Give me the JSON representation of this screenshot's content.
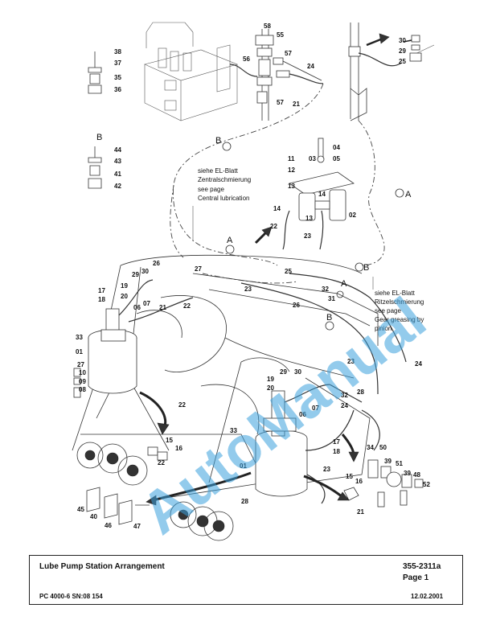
{
  "notes": {
    "central": [
      "siehe EL-Blatt",
      "Zentralschmierung",
      "see page",
      "Central lubrication"
    ],
    "pinion": [
      "siehe EL-Blatt",
      "Ritzelschmierung",
      "see page",
      "Gear greasing by",
      "pinion"
    ]
  },
  "callouts": {
    "A": "A",
    "B": "B"
  },
  "part_labels": [
    "58",
    "55",
    "56",
    "57",
    "24",
    "57",
    "21",
    "30",
    "29",
    "25",
    "38",
    "37",
    "35",
    "36",
    "44",
    "43",
    "41",
    "42",
    "11",
    "03",
    "04",
    "05",
    "12",
    "13",
    "14",
    "14",
    "13",
    "02",
    "22",
    "23",
    "26",
    "27",
    "30",
    "29",
    "19",
    "20",
    "17",
    "18",
    "06",
    "07",
    "21",
    "22",
    "23",
    "25",
    "32",
    "31",
    "26",
    "33",
    "01",
    "27",
    "10",
    "09",
    "08",
    "22",
    "19",
    "20",
    "29",
    "30",
    "23",
    "24",
    "28",
    "32",
    "24",
    "06",
    "07",
    "33",
    "17",
    "18",
    "15",
    "16",
    "22",
    "01",
    "23",
    "34",
    "50",
    "39",
    "51",
    "39",
    "48",
    "52",
    "15",
    "16",
    "21",
    "28",
    "45",
    "40",
    "46",
    "47"
  ],
  "watermark": "AutoManual",
  "title_block": {
    "title": "Lube Pump Station Arrangement",
    "doc_number": "355-2311a",
    "page": "Page 1",
    "model": "PC 4000-6 SN:08 154",
    "date": "12.02.2001"
  }
}
